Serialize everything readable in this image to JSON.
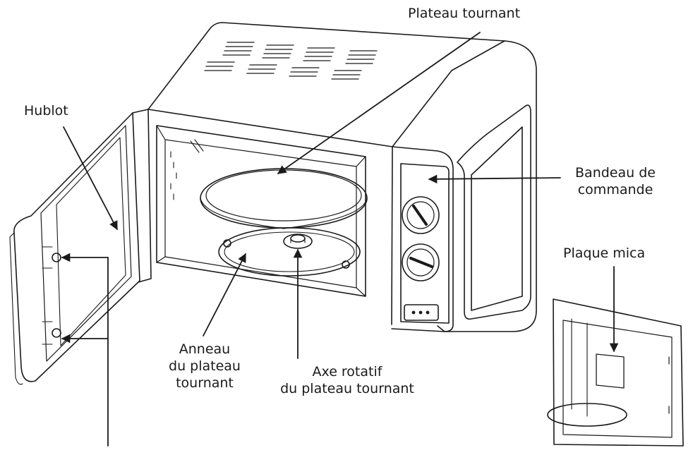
{
  "diagram": {
    "labels": {
      "turntable": "Plateau tournant",
      "window": "Hublot",
      "control_panel_l1": "Bandeau de",
      "control_panel_l2": "commande",
      "mica_plate": "Plaque mica",
      "ring_l1": "Anneau",
      "ring_l2": "du plateau",
      "ring_l3": "tournant",
      "axis_l1": "Axe rotatif",
      "axis_l2": "du plateau tournant"
    },
    "colors": {
      "line": "#1a1a1a",
      "background": "#ffffff"
    }
  }
}
